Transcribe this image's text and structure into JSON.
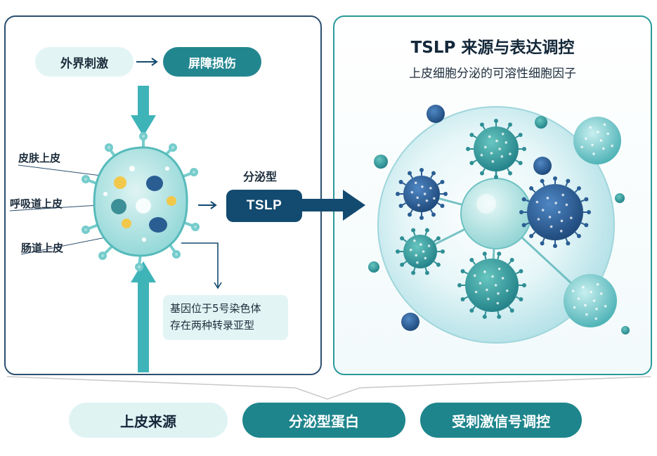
{
  "left": {
    "stimulus": "外界刺激",
    "barrier": "屏障损伤",
    "tissues": [
      "皮肤上皮",
      "呼吸道上皮",
      "肠道上皮"
    ],
    "secretory_label": "分泌型",
    "tslp_badge": "TSLP",
    "gene_note": [
      "基因位于5号染色体",
      "存在两种转录亚型"
    ]
  },
  "right": {
    "title": "TSLP 来源与表达调控",
    "subtitle": "上皮细胞分泌的可溶性细胞因子"
  },
  "bottom_tags": [
    "上皮来源",
    "分泌型蛋白",
    "受刺激信号调控"
  ],
  "colors": {
    "navy": "#134a70",
    "teal": "#22868f",
    "light_teal": "#e3f4f4",
    "arrow_teal": "#3fb4b8",
    "border_dark": "#2b4f6e",
    "border_teal": "#2a9a9a"
  }
}
